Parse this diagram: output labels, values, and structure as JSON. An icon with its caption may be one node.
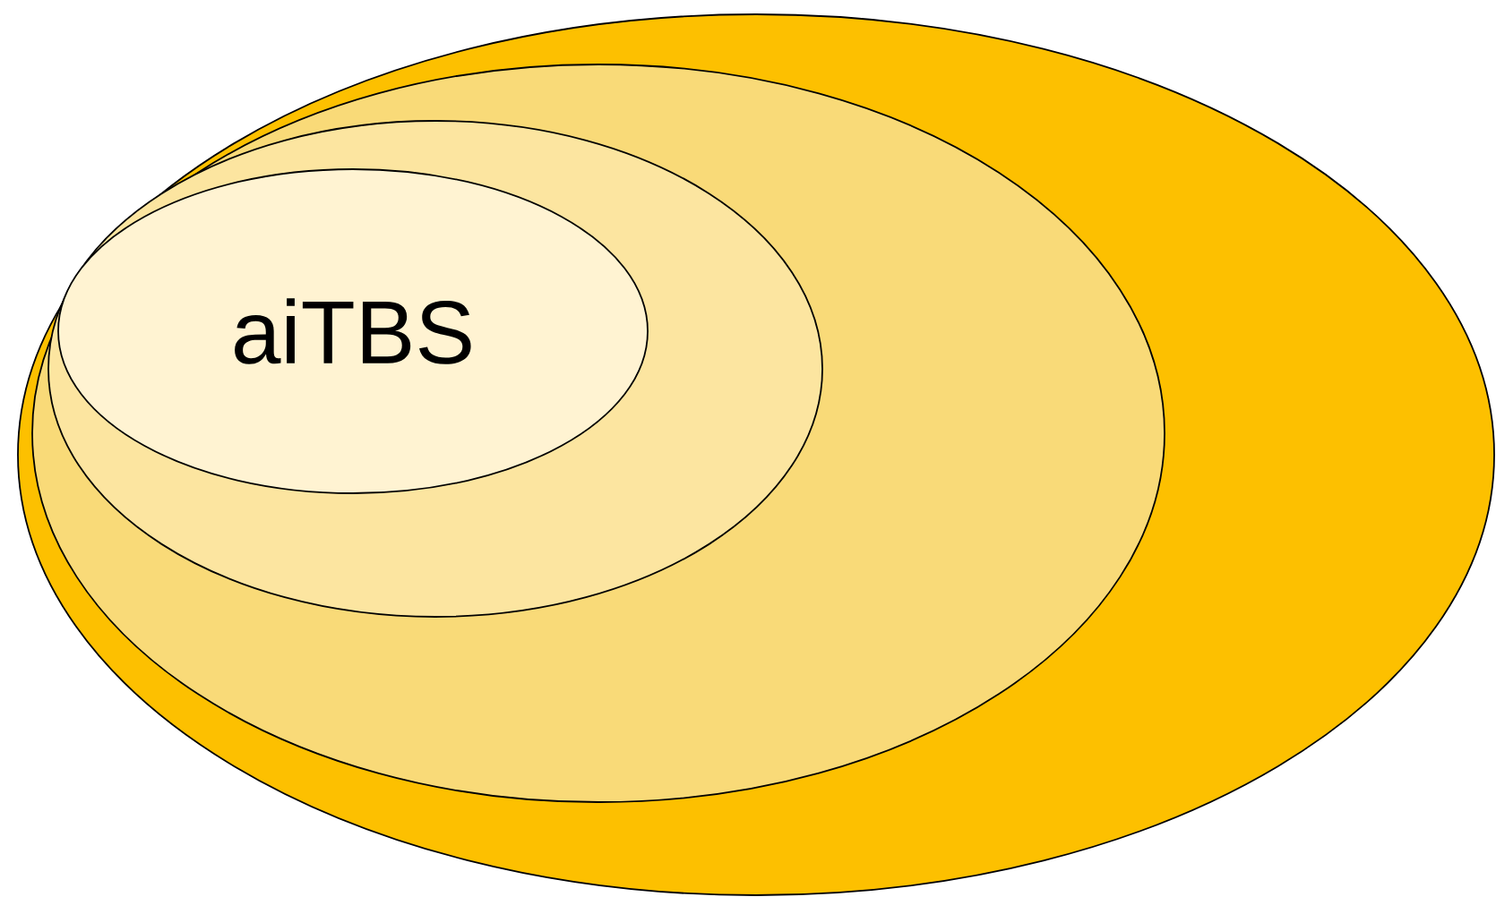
{
  "diagram": {
    "nodes": [
      {
        "text": [],
        "shape": "ellipse"
      },
      {
        "text": [],
        "shape": "ellipse",
        "in": 0
      },
      {
        "text": [],
        "shape": "ellipse",
        "in": 1
      },
      {
        "text": [
          "aiTBS"
        ],
        "in": 2
      }
    ]
  }
}
